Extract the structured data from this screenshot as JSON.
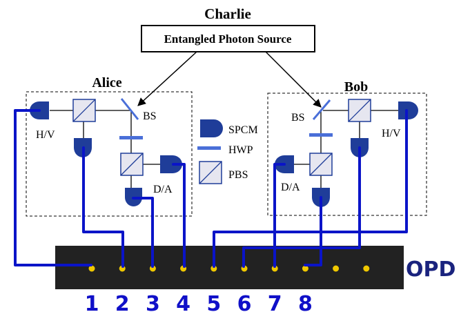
{
  "source": {
    "owner": "Charlie",
    "label": "Entangled Photon Source"
  },
  "alice": {
    "name": "Alice",
    "bs_label": "BS",
    "hv_label": "H/V",
    "da_label": "D/A"
  },
  "bob": {
    "name": "Bob",
    "bs_label": "BS",
    "hv_label": "H/V",
    "da_label": "D/A"
  },
  "legend": {
    "spcm": "SPCM",
    "hwp": "HWP",
    "pbs": "PBS"
  },
  "opd": {
    "label": "OPD",
    "pin_count": 10,
    "pin_numbers": [
      "1",
      "2",
      "3",
      "4",
      "5",
      "6",
      "7",
      "8"
    ]
  },
  "colors": {
    "wire": "#0a14c8",
    "component": "#1f3d99",
    "pbs_fill": "#e6e6f0",
    "board": "#222222",
    "pin": "#f0c800",
    "label_blue": "#1a237e"
  }
}
